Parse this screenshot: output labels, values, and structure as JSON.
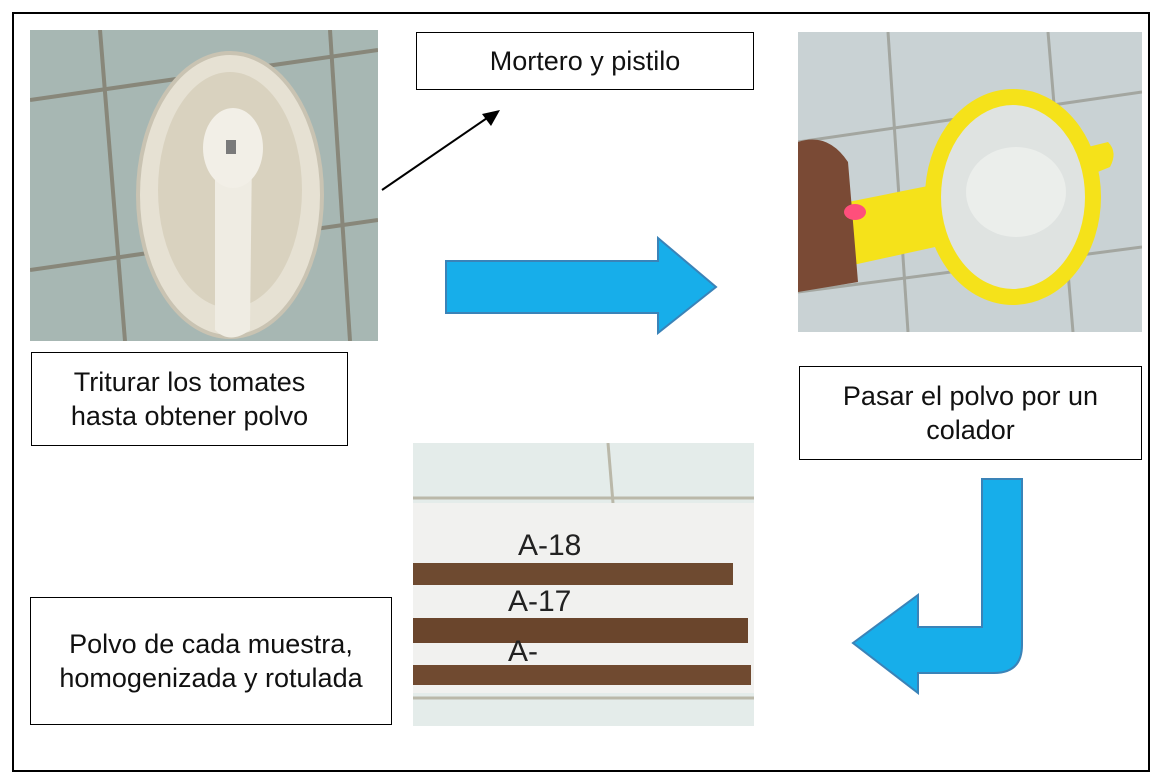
{
  "labels": {
    "mortar_pestle": "Mortero y pistilo",
    "grind": "Triturar los tomates hasta obtener polvo",
    "strain": "Pasar el polvo por un colador",
    "powder": "Polvo de cada muestra, homogenizada y rotulada"
  },
  "bag_labels": [
    "A-18",
    "A-17",
    "A-"
  ],
  "colors": {
    "arrow_blue": "#17AEEA",
    "arrow_stroke": "#3A83B8",
    "sieve_yellow": "#F5E21A"
  }
}
